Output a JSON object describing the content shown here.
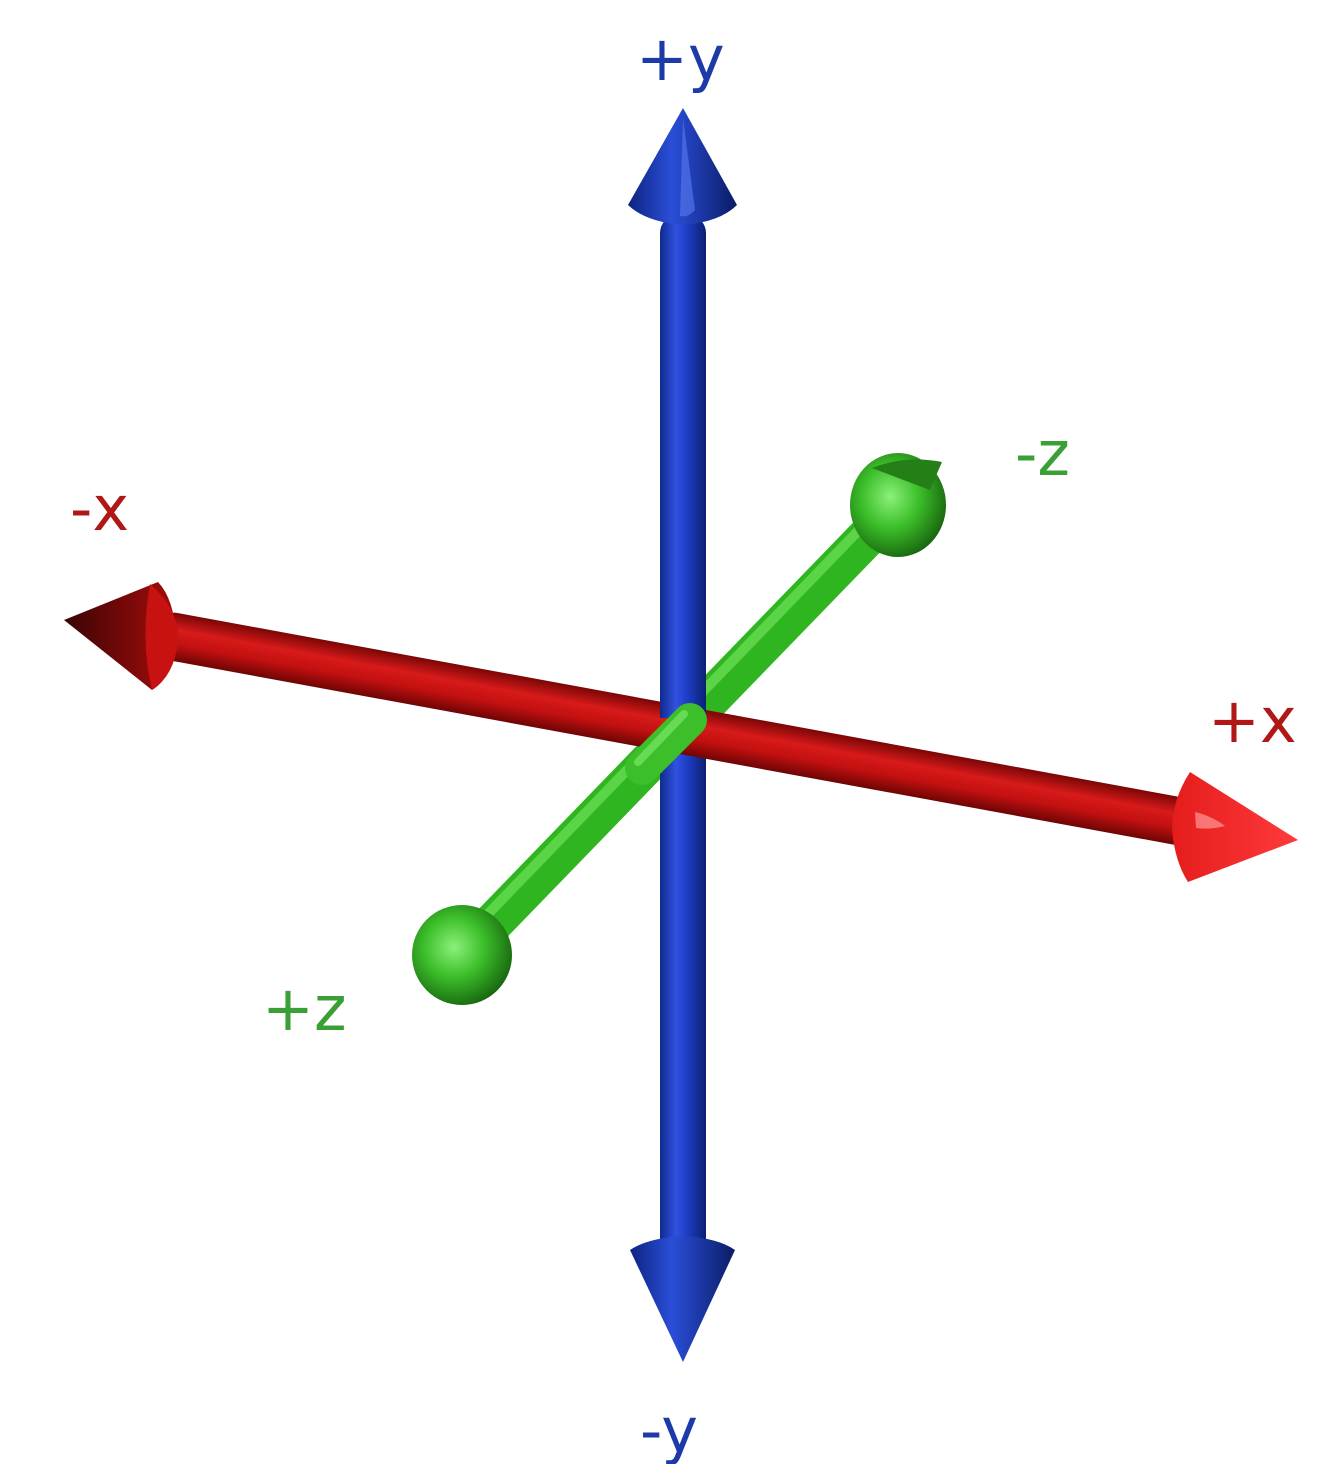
{
  "labels": {
    "pos_y": "+y",
    "neg_y": "-y",
    "pos_x": "+x",
    "neg_x": "-x",
    "pos_z": "+z",
    "neg_z": "-z"
  },
  "colors": {
    "x_axis": "#c81212",
    "y_axis": "#1c3dc4",
    "z_axis": "#2fb51f",
    "x_label": "#b01818",
    "y_label": "#1c3aa8",
    "z_label": "#3aa035",
    "background": "#ffffff"
  }
}
